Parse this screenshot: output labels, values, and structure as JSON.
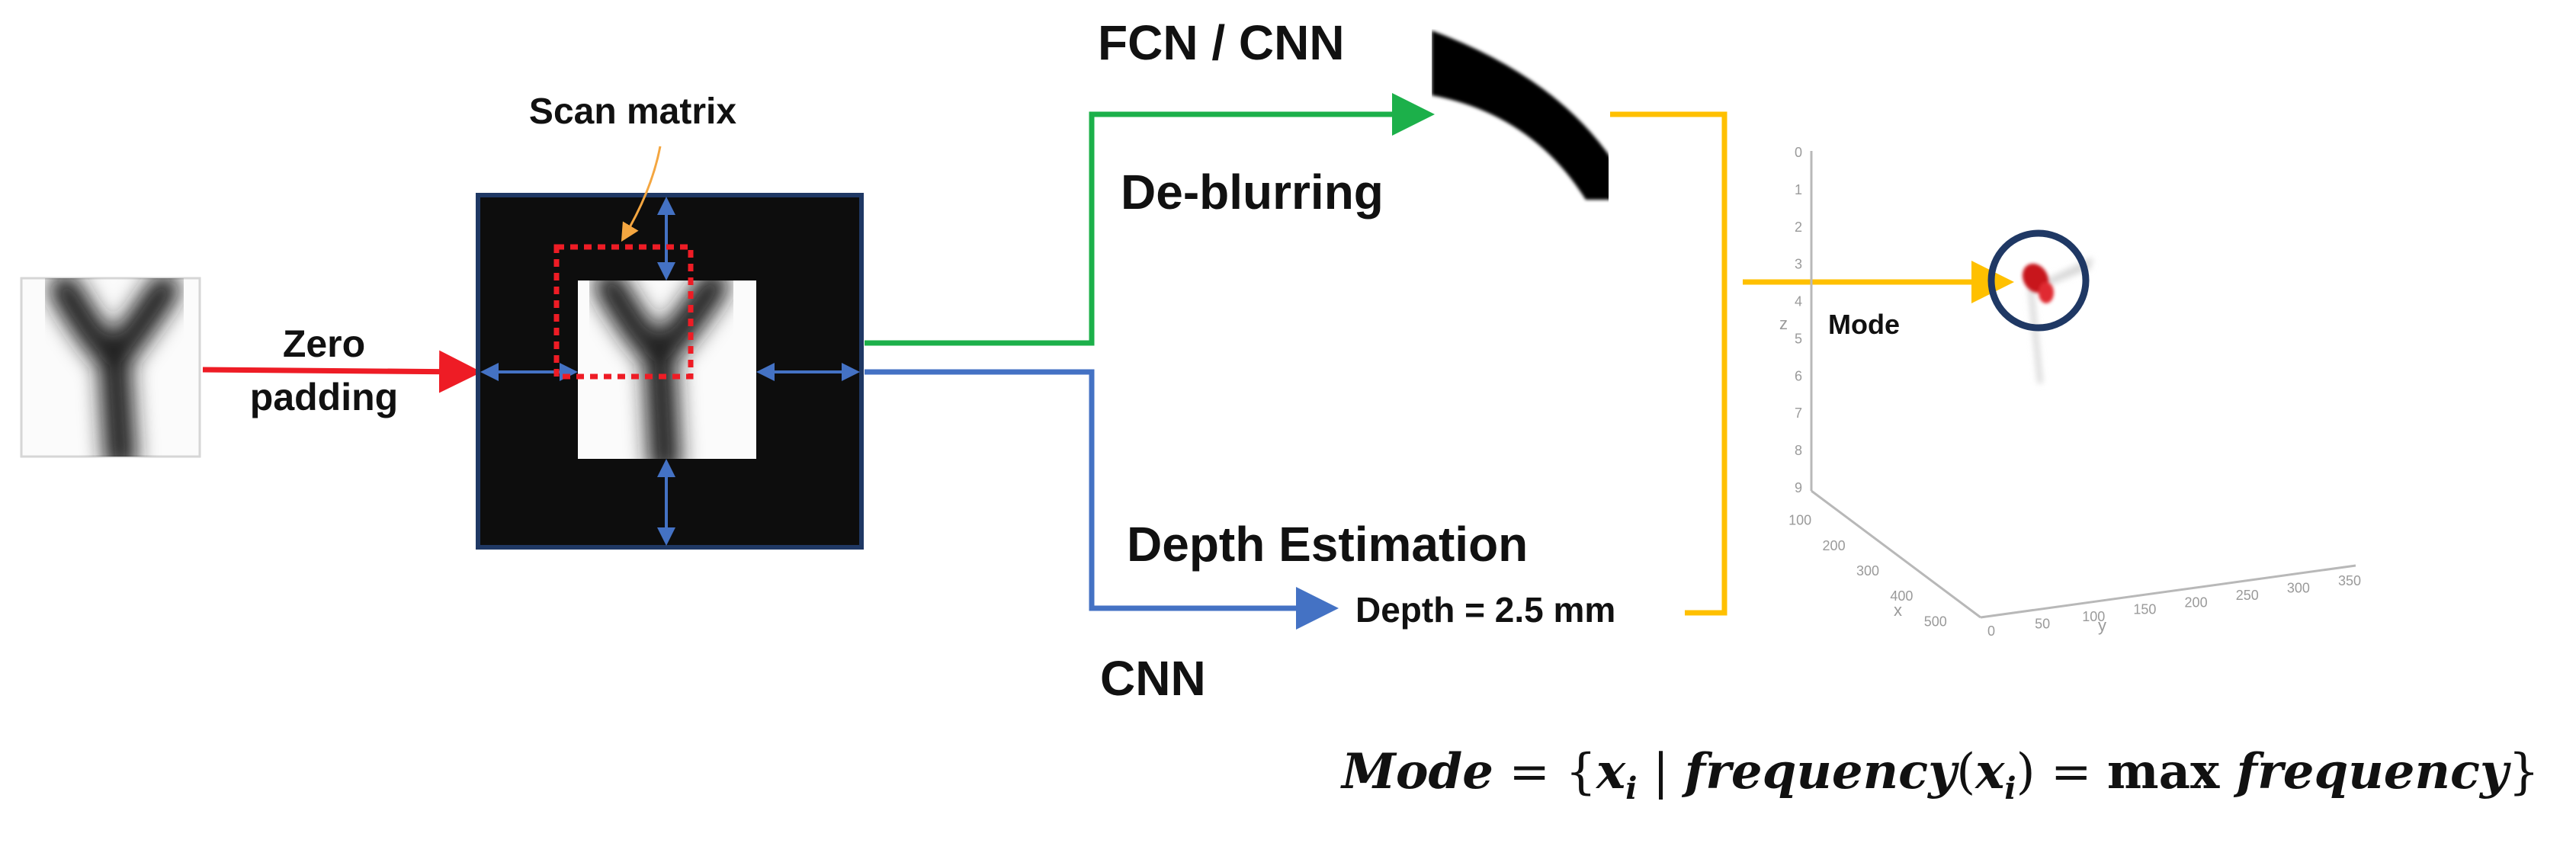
{
  "labels": {
    "zero_padding_line1": "Zero",
    "zero_padding_line2": "padding",
    "scan_matrix": "Scan matrix",
    "fcn_cnn": "FCN / CNN",
    "de_blurring": "De-blurring",
    "depth_estimation": "Depth Estimation",
    "depth_value": "Depth = 2.5 mm",
    "cnn": "CNN",
    "mode": "Mode"
  },
  "plot3d": {
    "z_ticks": [
      "0",
      "1",
      "2",
      "3",
      "4",
      "5",
      "6",
      "7",
      "8",
      "9"
    ],
    "x_ticks": [
      "100",
      "200",
      "300",
      "400",
      "500"
    ],
    "y_ticks": [
      "0",
      "50",
      "100",
      "150",
      "200",
      "250",
      "300",
      "350"
    ],
    "x_axis_label": "x",
    "y_axis_label": "y",
    "z_axis_label": "z"
  },
  "formula": {
    "lhs": "Mode",
    "eq": " = {",
    "x": "x",
    "i": "i",
    "bar": " | ",
    "freq": "frequency",
    "paren_open": "(",
    "paren_close": ")",
    "eq2": " = ",
    "max": "max ",
    "freq2": "frequency",
    "close": "}"
  },
  "colors": {
    "red_arrow": "#ee1c25",
    "green_path": "#1cb04a",
    "blue_path": "#4472c4",
    "yellow_path": "#ffc000",
    "dark_frame": "#1f3864",
    "orange_pointer": "#f4a640"
  }
}
